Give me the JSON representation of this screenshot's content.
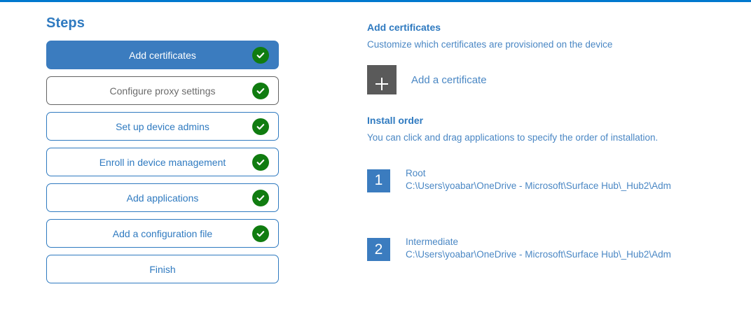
{
  "theme": {
    "accent_blue": "#2f7ac0",
    "active_step_bg": "#3b7cbf",
    "check_green": "#107c10",
    "top_rule": "#0078ce",
    "plus_tile_gray": "#5a5a5a",
    "muted_text": "#6b6b6b"
  },
  "steps_pane": {
    "title": "Steps",
    "items": [
      {
        "label": "Add certificates",
        "state": "active",
        "completed": true,
        "check_icon": "check-circle-icon"
      },
      {
        "label": "Configure proxy settings",
        "state": "muted",
        "completed": true,
        "check_icon": "check-circle-icon"
      },
      {
        "label": "Set up device admins",
        "state": "default",
        "completed": true,
        "check_icon": "check-circle-icon"
      },
      {
        "label": "Enroll in device management",
        "state": "default",
        "completed": true,
        "check_icon": "check-circle-icon"
      },
      {
        "label": "Add applications",
        "state": "default",
        "completed": true,
        "check_icon": "check-circle-icon"
      },
      {
        "label": "Add a configuration file",
        "state": "default",
        "completed": true,
        "check_icon": "check-circle-icon"
      },
      {
        "label": "Finish",
        "state": "default",
        "completed": false,
        "check_icon": ""
      }
    ]
  },
  "detail_pane": {
    "heading": "Add certificates",
    "subtitle": "Customize which certificates are provisioned on the device",
    "add_certificate": {
      "icon": "plus-icon",
      "label": "Add a certificate"
    },
    "install_order": {
      "heading": "Install order",
      "description": "You can click and drag applications to specify the order of installation.",
      "items": [
        {
          "order": "1",
          "name": "Root",
          "path": "C:\\Users\\yoabar\\OneDrive - Microsoft\\Surface Hub\\_Hub2\\Adm"
        },
        {
          "order": "2",
          "name": "Intermediate",
          "path": "C:\\Users\\yoabar\\OneDrive - Microsoft\\Surface Hub\\_Hub2\\Adm"
        }
      ]
    }
  }
}
